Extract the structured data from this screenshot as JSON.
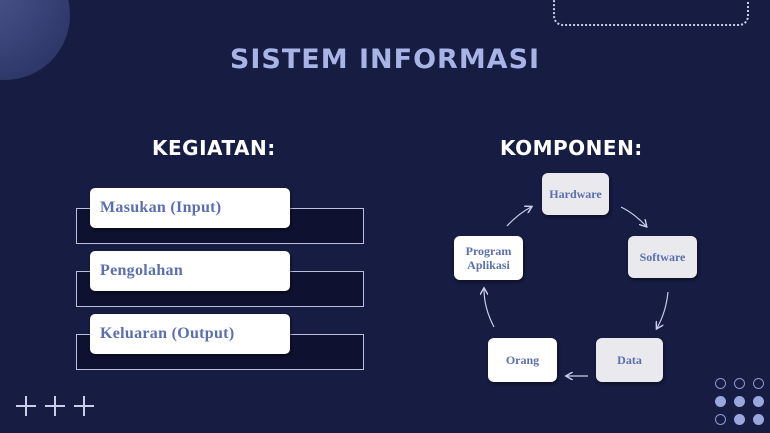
{
  "slide": {
    "title": "SISTEM INFORMASI",
    "left_heading": "KEGIATAN:",
    "right_heading": "KOMPONEN:",
    "activities": [
      "Masukan  (Input)",
      "Pengolahan",
      "Keluaran  (Output)"
    ],
    "components": {
      "hardware": "Hardware",
      "software": "Software",
      "data": "Data",
      "orang": "Orang",
      "program_line1": "Program",
      "program_line2": "Aplikasi"
    },
    "colors": {
      "background": "#161c42",
      "title": "#a9b4e6",
      "box_text": "#5a6fad"
    },
    "icons": [
      "plus-icon",
      "dot-grid-decoration"
    ]
  }
}
